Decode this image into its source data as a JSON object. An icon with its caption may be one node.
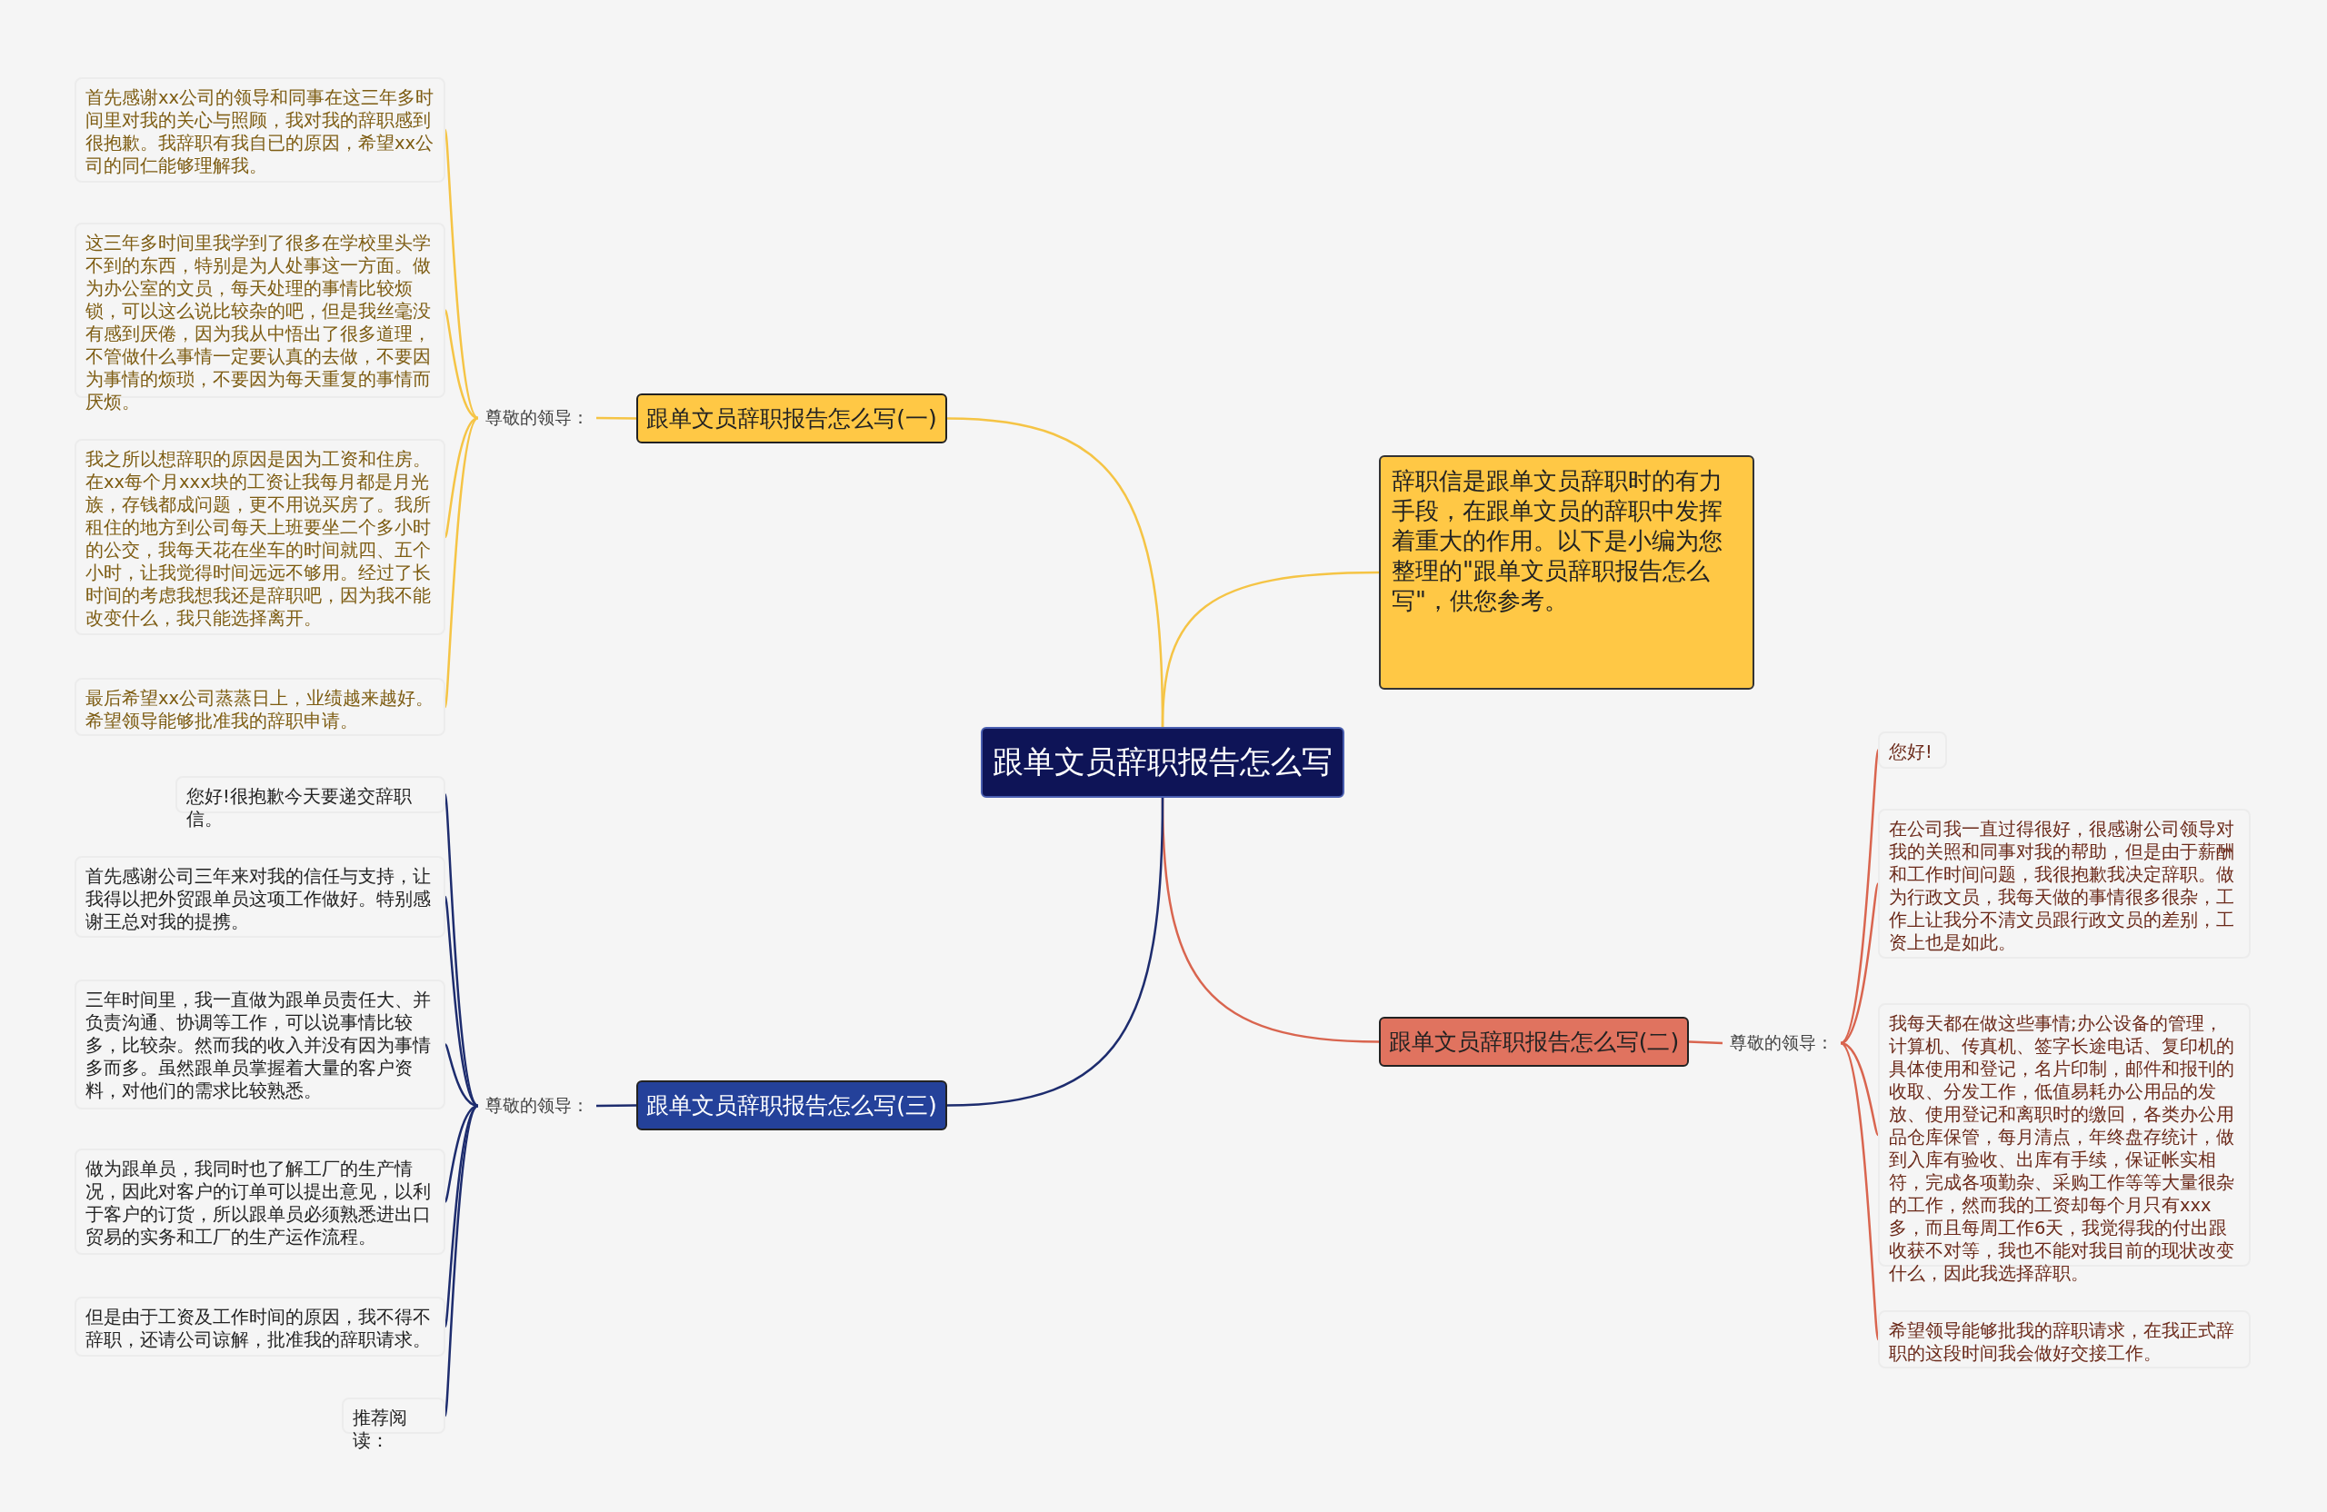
{
  "diagram": {
    "nodes": [
      {
        "text": [
          "跟单文员辞职报告怎么写"
        ]
      },
      {
        "text": [
          "跟单文员辞职报告怎么写(一)"
        ]
      },
      {
        "text": [
          "尊敬的领导："
        ]
      },
      {
        "text": [
          "首先感谢xx公司的领导和同事在这三年多时间里对我的关心与照顾，我对我的辞职感到很抱歉。我辞职有我自已的原因，希望xx公司的同仁能够理解我。"
        ]
      },
      {
        "text": [
          "这三年多时间里我学到了很多在学校里头学不到的东西，特别是为人处事这一方面。做为办公室的文员，每天处理的事情比较烦锁，可以这么说比较杂的吧，但是我丝毫没有感到厌倦，因为我从中悟出了很多道理，不管做什么事情一定要认真的去做，不要因为事情的烦琐，不要因为每天重复的事情而厌烦。"
        ]
      },
      {
        "text": [
          "我之所以想辞职的原因是因为工资和住房。在xx每个月xxx块的工资让我每月都是月光族，存钱都成问题，更不用说买房了。我所租住的地方到公司每天上班要坐二个多小时的公交，我每天花在坐车的时间就四、五个小时，让我觉得时间远远不够用。经过了长时间的考虑我想我还是辞职吧，因为我不能改变什么，我只能选择离开。"
        ]
      },
      {
        "text": [
          "最后希望xx公司蒸蒸日上，业绩越来越好。希望领导能够批准我的辞职申请。"
        ]
      },
      {
        "text": [
          "辞职信是跟单文员辞职时的有力手段，在跟单文员的辞职中发挥着重大的作用。以下是小编为您整理的\"跟单文员辞职报告怎么写\"，供您参考。"
        ]
      },
      {
        "text": [
          "跟单文员辞职报告怎么写(二)"
        ]
      },
      {
        "text": [
          "尊敬的领导："
        ]
      },
      {
        "text": [
          "您好!"
        ]
      },
      {
        "text": [
          "在公司我一直过得很好，很感谢公司领导对我的关照和同事对我的帮助，但是由于薪酬和工作时间问题，我很抱歉我决定辞职。做为行政文员，我每天做的事情很多很杂，工作上让我分不清文员跟行政文员的差别，工资上也是如此。"
        ]
      },
      {
        "text": [
          "我每天都在做这些事情;办公设备的管理，计算机、传真机、签字长途电话、复印机的具体使用和登记，名片印制，邮件和报刊的收取、分发工作，低值易耗办公用品的发放、使用登记和离职时的缴回，各类办公用品仓库保管，每月清点，年终盘存统计，做到入库有验收、出库有手续，保证帐实相符，完成各项勤杂、采购工作等等大量很杂的工作，然而我的工资却每个月只有xxx多，而且每周工作6天，我觉得我的付出跟收获不对等，我也不能对我目前的现状改变什么，因此我选择辞职。"
        ]
      },
      {
        "text": [
          "希望领导能够批我的辞职请求，在我正式辞职的这段时间我会做好交接工作。"
        ]
      },
      {
        "text": [
          "跟单文员辞职报告怎么写(三)"
        ]
      },
      {
        "text": [
          "尊敬的领导："
        ]
      },
      {
        "text": [
          "您好!很抱歉今天要递交辞职信。"
        ]
      },
      {
        "text": [
          "首先感谢公司三年来对我的信任与支持，让我得以把外贸跟单员这项工作做好。特别感谢王总对我的提携。"
        ]
      },
      {
        "text": [
          "三年时间里，我一直做为跟单员责任大、并负责沟通、协调等工作，可以说事情比较多，比较杂。然而我的收入并没有因为事情多而多。虽然跟单员掌握着大量的客户资料，对他们的需求比较熟悉。"
        ]
      },
      {
        "text": [
          "做为跟单员，我同时也了解工厂的生产情况，因此对客户的订单可以提出意见，以利于客户的订货，所以跟单员必须熟悉进出口贸易的实务和工厂的生产运作流程。"
        ]
      },
      {
        "text": [
          "但是由于工资及工作时间的原因，我不得不辞职，还请公司谅解，批准我的辞职请求。"
        ]
      },
      {
        "text": [
          "推荐阅读："
        ]
      }
    ],
    "edges": [
      {
        "from": 0,
        "to": 1,
        "arrow": "none",
        "color": "#f5c445"
      },
      {
        "from": 1,
        "to": 2,
        "arrow": "none",
        "color": "#f5c445"
      },
      {
        "from": 2,
        "to": 3,
        "arrow": "none",
        "color": "#f5c445"
      },
      {
        "from": 2,
        "to": 4,
        "arrow": "none",
        "color": "#f5c445"
      },
      {
        "from": 2,
        "to": 5,
        "arrow": "none",
        "color": "#f5c445"
      },
      {
        "from": 2,
        "to": 6,
        "arrow": "none",
        "color": "#f5c445"
      },
      {
        "from": 0,
        "to": 7,
        "arrow": "none",
        "color": "#f5c445"
      },
      {
        "from": 0,
        "to": 8,
        "arrow": "none",
        "color": "#d9654f"
      },
      {
        "from": 8,
        "to": 9,
        "arrow": "none",
        "color": "#d9654f"
      },
      {
        "from": 9,
        "to": 10,
        "arrow": "none",
        "color": "#d9654f"
      },
      {
        "from": 9,
        "to": 11,
        "arrow": "none",
        "color": "#d9654f"
      },
      {
        "from": 9,
        "to": 12,
        "arrow": "none",
        "color": "#d9654f"
      },
      {
        "from": 9,
        "to": 13,
        "arrow": "none",
        "color": "#d9654f"
      },
      {
        "from": 0,
        "to": 14,
        "arrow": "none"
      },
      {
        "from": 14,
        "to": 15,
        "arrow": "none"
      },
      {
        "from": 15,
        "to": 16,
        "arrow": "none"
      },
      {
        "from": 15,
        "to": 17,
        "arrow": "none"
      },
      {
        "from": 15,
        "to": 18,
        "arrow": "none"
      },
      {
        "from": 15,
        "to": 19,
        "arrow": "none"
      },
      {
        "from": 15,
        "to": 20,
        "arrow": "none"
      },
      {
        "from": 15,
        "to": 21,
        "arrow": "none"
      }
    ]
  }
}
